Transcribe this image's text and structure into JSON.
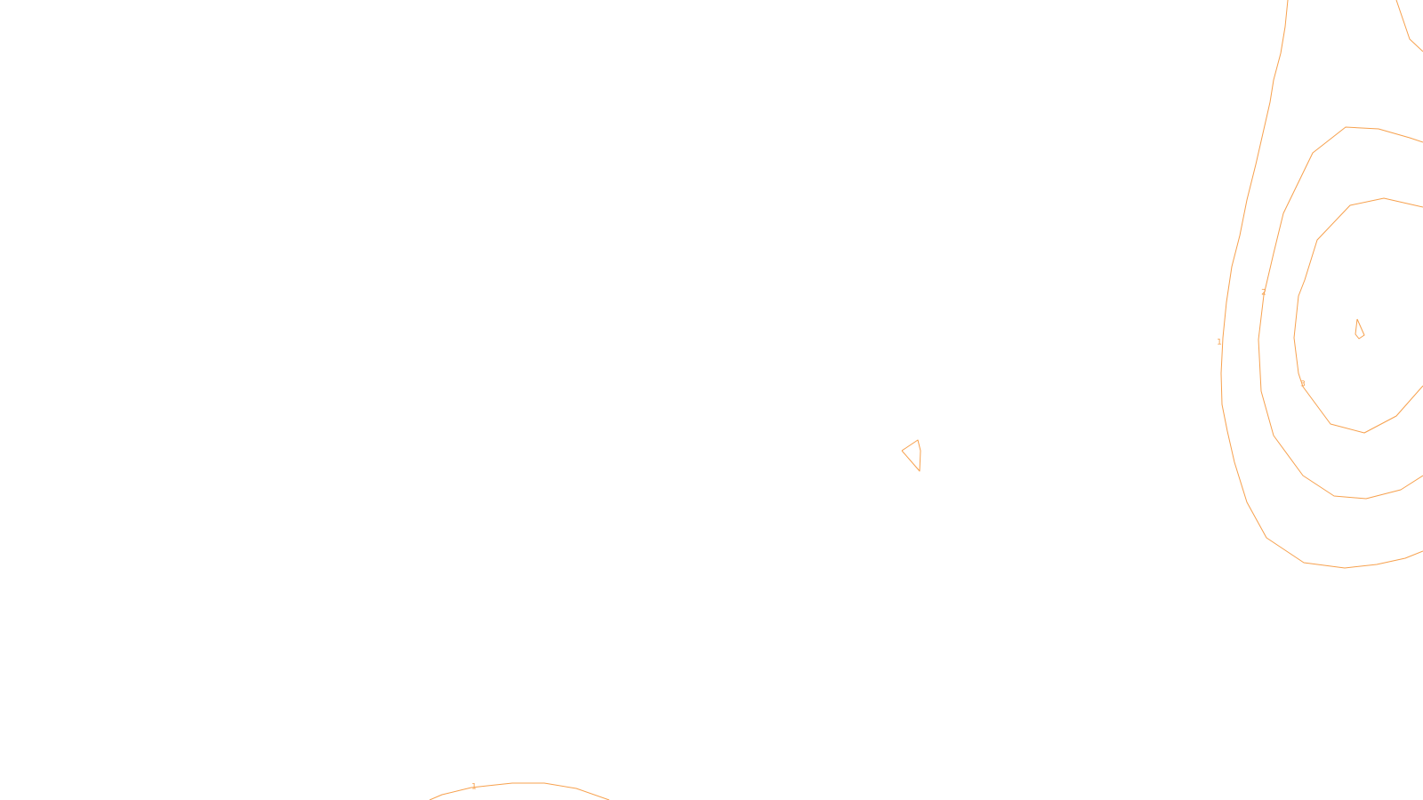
{
  "map": {
    "contour_color": "#f7a14e",
    "label_color": "#f7a14e",
    "background_color": "#ffffff",
    "contours": [
      {
        "id": "contour-1-east",
        "level_label": "1"
      },
      {
        "id": "contour-2-east",
        "level_label": "2"
      },
      {
        "id": "contour-3-east",
        "level_label": "3"
      },
      {
        "id": "contour-4-east-peak",
        "level_label": ""
      },
      {
        "id": "contour-east-top-right",
        "level_label": ""
      },
      {
        "id": "contour-small-island",
        "level_label": ""
      },
      {
        "id": "contour-1-south",
        "level_label": "1"
      }
    ]
  }
}
